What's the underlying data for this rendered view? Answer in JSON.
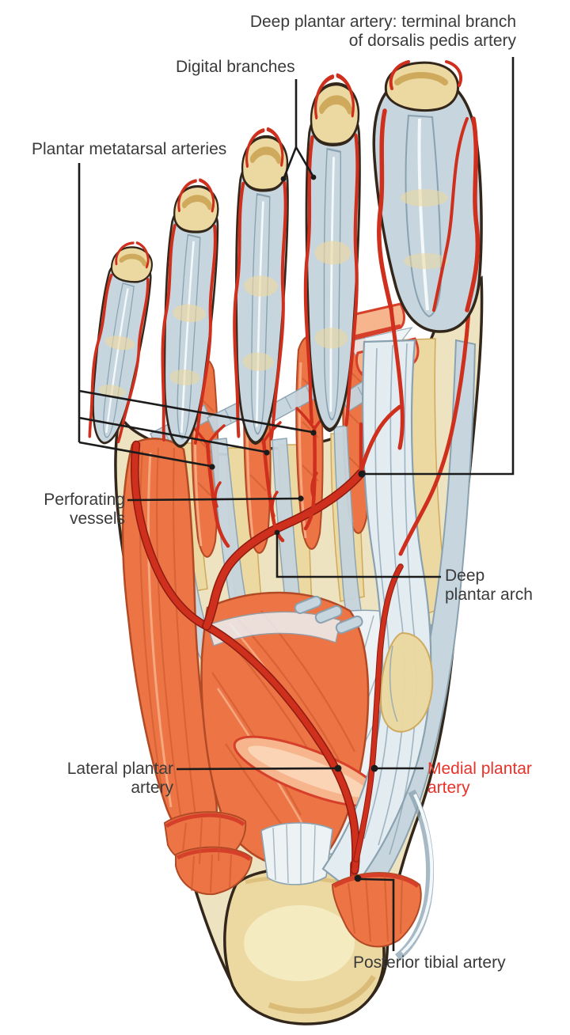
{
  "figure": {
    "type": "anatomical-diagram",
    "view": "plantar view of foot with arteries"
  },
  "labels": {
    "deep_plantar_artery": {
      "line1": "Deep plantar artery: terminal branch",
      "line2": "of dorsalis pedis artery"
    },
    "digital_branches": {
      "text": "Digital branches"
    },
    "plantar_metatarsal_arteries": {
      "text": "Plantar metatarsal arteries"
    },
    "perforating_vessels": {
      "line1": "Perforating",
      "line2": "vessels"
    },
    "deep_plantar_arch": {
      "line1": "Deep",
      "line2": "plantar arch"
    },
    "lateral_plantar_artery": {
      "line1": "Lateral plantar",
      "line2": "artery"
    },
    "medial_plantar_artery": {
      "line1": "Medial plantar",
      "line2": "artery"
    },
    "posterior_tibial_artery": {
      "text": "Posterior tibial artery"
    }
  },
  "colors": {
    "background": "#ffffff",
    "artery_red": "#cf2f1d",
    "artery_dark": "#8e1b10",
    "muscle_orange": "#ec7445",
    "muscle_light": "#f7b58d",
    "muscle_striation": "#c8552c",
    "muscle_edge": "#b24a26",
    "muscle_cut_red": "#d6402a",
    "bone_cream": "#ecd9a2",
    "bone_shadow": "#cfa95c",
    "bone_highlight": "#f7efc9",
    "body_cream": "#eee3c0",
    "tendon_gray": "#c6d5de",
    "tendon_light": "#e3ecf1",
    "tendon_edge": "#8aa2b0",
    "tendon_highlight": "#f3f8fa",
    "fascia_white": "#edf2f5",
    "outline_dark": "#33261a",
    "leader_black": "#1b1b1b",
    "label_text": "#3a3a3a",
    "label_red": "#e8332a"
  }
}
